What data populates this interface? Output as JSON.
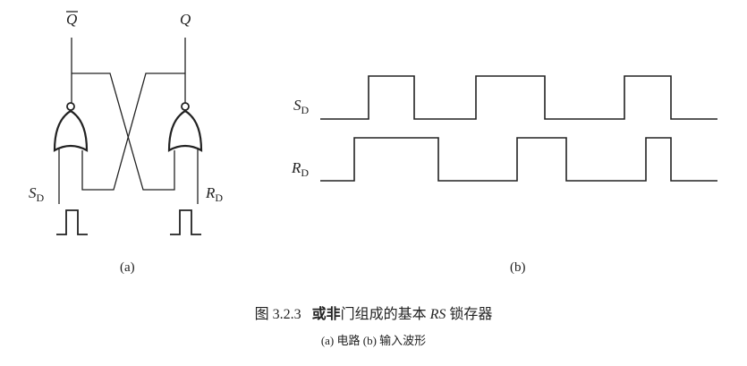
{
  "circuit": {
    "output_qbar": "Q",
    "output_q": "Q",
    "input_s": {
      "main": "S",
      "sub": "D"
    },
    "input_r": {
      "main": "R",
      "sub": "D"
    },
    "label": "(a)"
  },
  "waveform": {
    "label": "(b)",
    "s_row": {
      "main": "S",
      "sub": "D",
      "levels": [
        0,
        1,
        0,
        1,
        0,
        1,
        0
      ]
    },
    "r_row": {
      "main": "R",
      "sub": "D",
      "levels": [
        0,
        1,
        0,
        1,
        0,
        1,
        0
      ]
    }
  },
  "caption": {
    "prefix": "图 3.2.3",
    "bold": "或非",
    "rest1": "门组成的基本",
    "italic": "RS",
    "rest2": "锁存器",
    "subcaption": "(a) 电路  (b) 输入波形"
  }
}
